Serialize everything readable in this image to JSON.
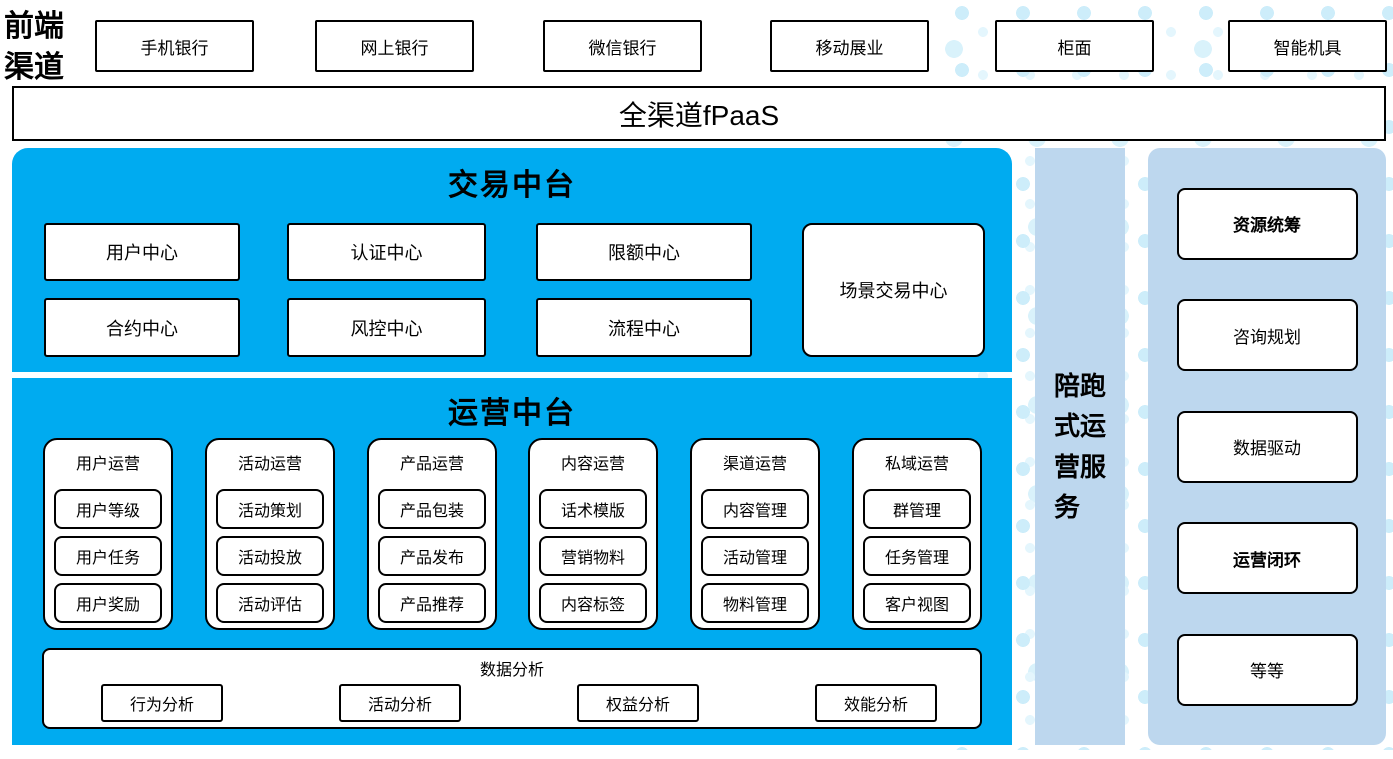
{
  "frontend": {
    "label": "前端渠道"
  },
  "channels": [
    "手机银行",
    "网上银行",
    "微信银行",
    "移动展业",
    "柜面",
    "智能机具"
  ],
  "fpaas": {
    "label": "全渠道fPaaS"
  },
  "trading": {
    "title": "交易中台",
    "row1": [
      "用户中心",
      "认证中心",
      "限额中心"
    ],
    "row2": [
      "合约中心",
      "风控中心",
      "流程中心"
    ],
    "tall": "场景交易中心"
  },
  "operations": {
    "title": "运营中台",
    "groups": [
      {
        "title": "用户运营",
        "items": [
          "用户等级",
          "用户任务",
          "用户奖励"
        ]
      },
      {
        "title": "活动运营",
        "items": [
          "活动策划",
          "活动投放",
          "活动评估"
        ]
      },
      {
        "title": "产品运营",
        "items": [
          "产品包装",
          "产品发布",
          "产品推荐"
        ]
      },
      {
        "title": "内容运营",
        "items": [
          "话术模版",
          "营销物料",
          "内容标签"
        ]
      },
      {
        "title": "渠道运营",
        "items": [
          "内容管理",
          "活动管理",
          "物料管理"
        ]
      },
      {
        "title": "私域运营",
        "items": [
          "群管理",
          "任务管理",
          "客户视图"
        ]
      }
    ],
    "analysis": {
      "title": "数据分析",
      "items": [
        "行为分析",
        "活动分析",
        "权益分析",
        "效能分析"
      ]
    }
  },
  "sidebar": {
    "label": "陪跑式运营服务"
  },
  "services": {
    "items": [
      "资源统筹",
      "咨询规划",
      "数据驱动",
      "运营闭环",
      "等等"
    ]
  },
  "colors": {
    "panel_blue": "#00ABF0",
    "panel_light_blue": "#BDD7EE",
    "dot_color": "#CDEDFA",
    "border": "#000000"
  }
}
